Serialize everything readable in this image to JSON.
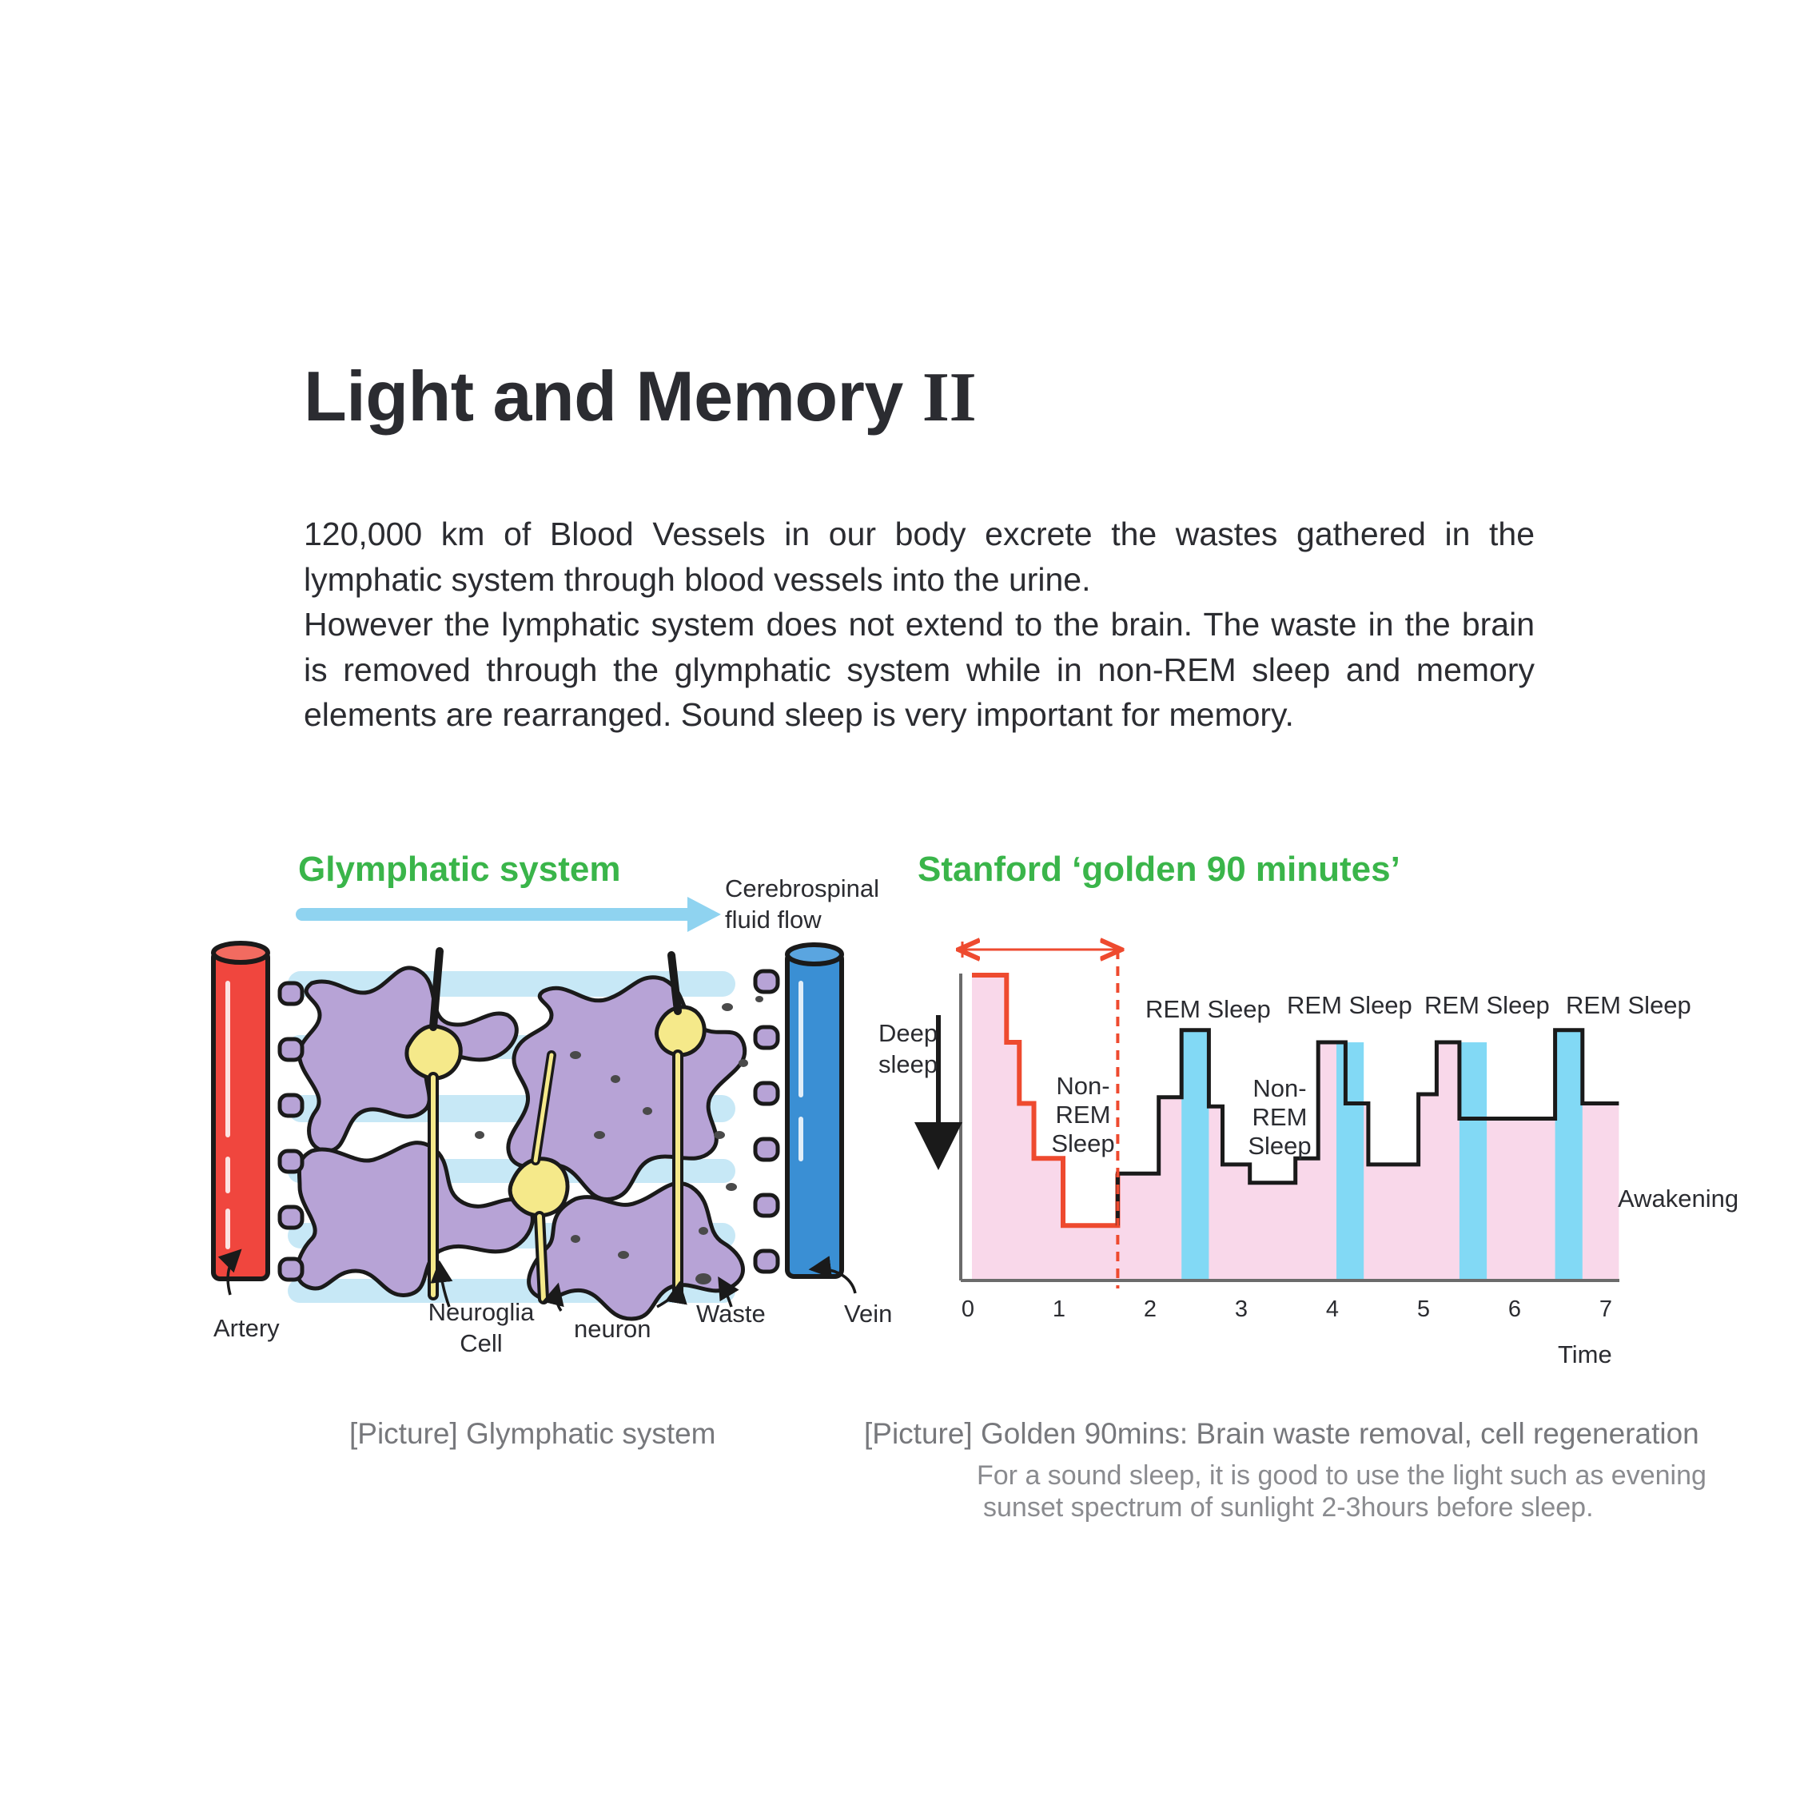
{
  "title": {
    "main": "Light and Memory",
    "numeral": "II"
  },
  "intro": [
    "120,000 km of Blood Vessels in our body excrete the wastes gathered in the lymphatic system through blood vessels into the urine.",
    "However the lymphatic system does not extend to the brain. The waste in the brain is removed through the glymphatic system while in non-REM sleep and memory elements are rearranged. Sound sleep is very important for memory."
  ],
  "glymphatic": {
    "title": "Glymphatic system",
    "flow_label": [
      "Cerebrospinal",
      "fluid flow"
    ],
    "labels": {
      "artery": "Artery",
      "neuroglia": [
        "Neuroglia",
        "Cell"
      ],
      "neuron": "neuron",
      "waste": "Waste",
      "vein": "Vein"
    },
    "caption": "[Picture] Glymphatic system",
    "colors": {
      "artery": "#f0463e",
      "vein": "#3a8fd4",
      "glia": "#b7a3d6",
      "neuron": "#f5e98a",
      "csf": "#a8dcf2"
    }
  },
  "sleep": {
    "title": "Stanford ‘golden 90 minutes’",
    "deep_sleep_label": [
      "Deep",
      "sleep"
    ],
    "nonrem_label": [
      "Non-",
      "REM",
      "Sleep"
    ],
    "rem_label": "REM Sleep",
    "awakening_label": "Awakening",
    "caption": "[Picture] Golden 90mins: Brain waste removal, cell regeneration",
    "note": [
      "For a sound sleep, it is good to use the light such as evening",
      "sunset spectrum of sunlight 2-3hours before sleep."
    ],
    "colors": {
      "area": "#f9d8ea",
      "rem": "#82d9f5",
      "first_cycle": "#ee4a2f",
      "line": "#1a1a1a"
    }
  },
  "chart_data": {
    "type": "line",
    "xlabel": "Time",
    "ylabel": "",
    "xlim": [
      0,
      7
    ],
    "ylim": [
      0,
      1
    ],
    "x_ticks": [
      "0",
      "1",
      "2",
      "3",
      "4",
      "5",
      "6",
      "7"
    ],
    "golden_window_hours": [
      0,
      1.6
    ],
    "series": [
      {
        "x": [
          0,
          0.38,
          0.38,
          0.52,
          0.52,
          0.68,
          0.68,
          1.0,
          1.0,
          1.6,
          1.6,
          2.05,
          2.05,
          2.3,
          2.3,
          2.6,
          2.6,
          2.75,
          2.75,
          3.05,
          3.05,
          3.55,
          3.55,
          3.8,
          3.8,
          4.1,
          4.1,
          4.35,
          4.35,
          4.9,
          4.9,
          5.1,
          5.1,
          5.35,
          5.35,
          5.7,
          5.7,
          6.4,
          6.4,
          6.7,
          6.7,
          7.1
        ],
        "y": [
          1.0,
          1.0,
          0.78,
          0.78,
          0.58,
          0.58,
          0.4,
          0.4,
          0.18,
          0.18,
          0.35,
          0.35,
          0.6,
          0.6,
          0.82,
          0.82,
          0.57,
          0.57,
          0.38,
          0.38,
          0.32,
          0.32,
          0.4,
          0.4,
          0.78,
          0.78,
          0.58,
          0.58,
          0.38,
          0.38,
          0.61,
          0.61,
          0.78,
          0.78,
          0.53,
          0.53,
          0.53,
          0.53,
          0.82,
          0.82,
          0.58,
          0.58
        ]
      }
    ],
    "rem_intervals": [
      [
        2.3,
        2.6
      ],
      [
        4.0,
        4.3
      ],
      [
        5.35,
        5.65
      ],
      [
        6.4,
        6.7
      ]
    ]
  }
}
